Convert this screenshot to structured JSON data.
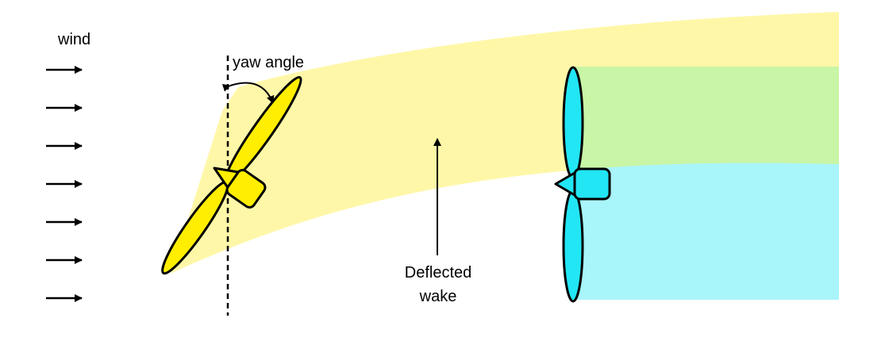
{
  "labels": {
    "wind": "wind",
    "yaw_angle": "yaw angle",
    "deflected_wake_line1": "Deflected",
    "deflected_wake_line2": "wake"
  },
  "colors": {
    "yawed_turbine": "#FFEE00",
    "wake": "#FFF7A8",
    "overlap": "#C9F5A6",
    "downstream_turbine": "#22E6F4",
    "downstream_free_flow": "#A8F5FA",
    "outline": "#000000"
  },
  "wind_arrow_count": 7
}
